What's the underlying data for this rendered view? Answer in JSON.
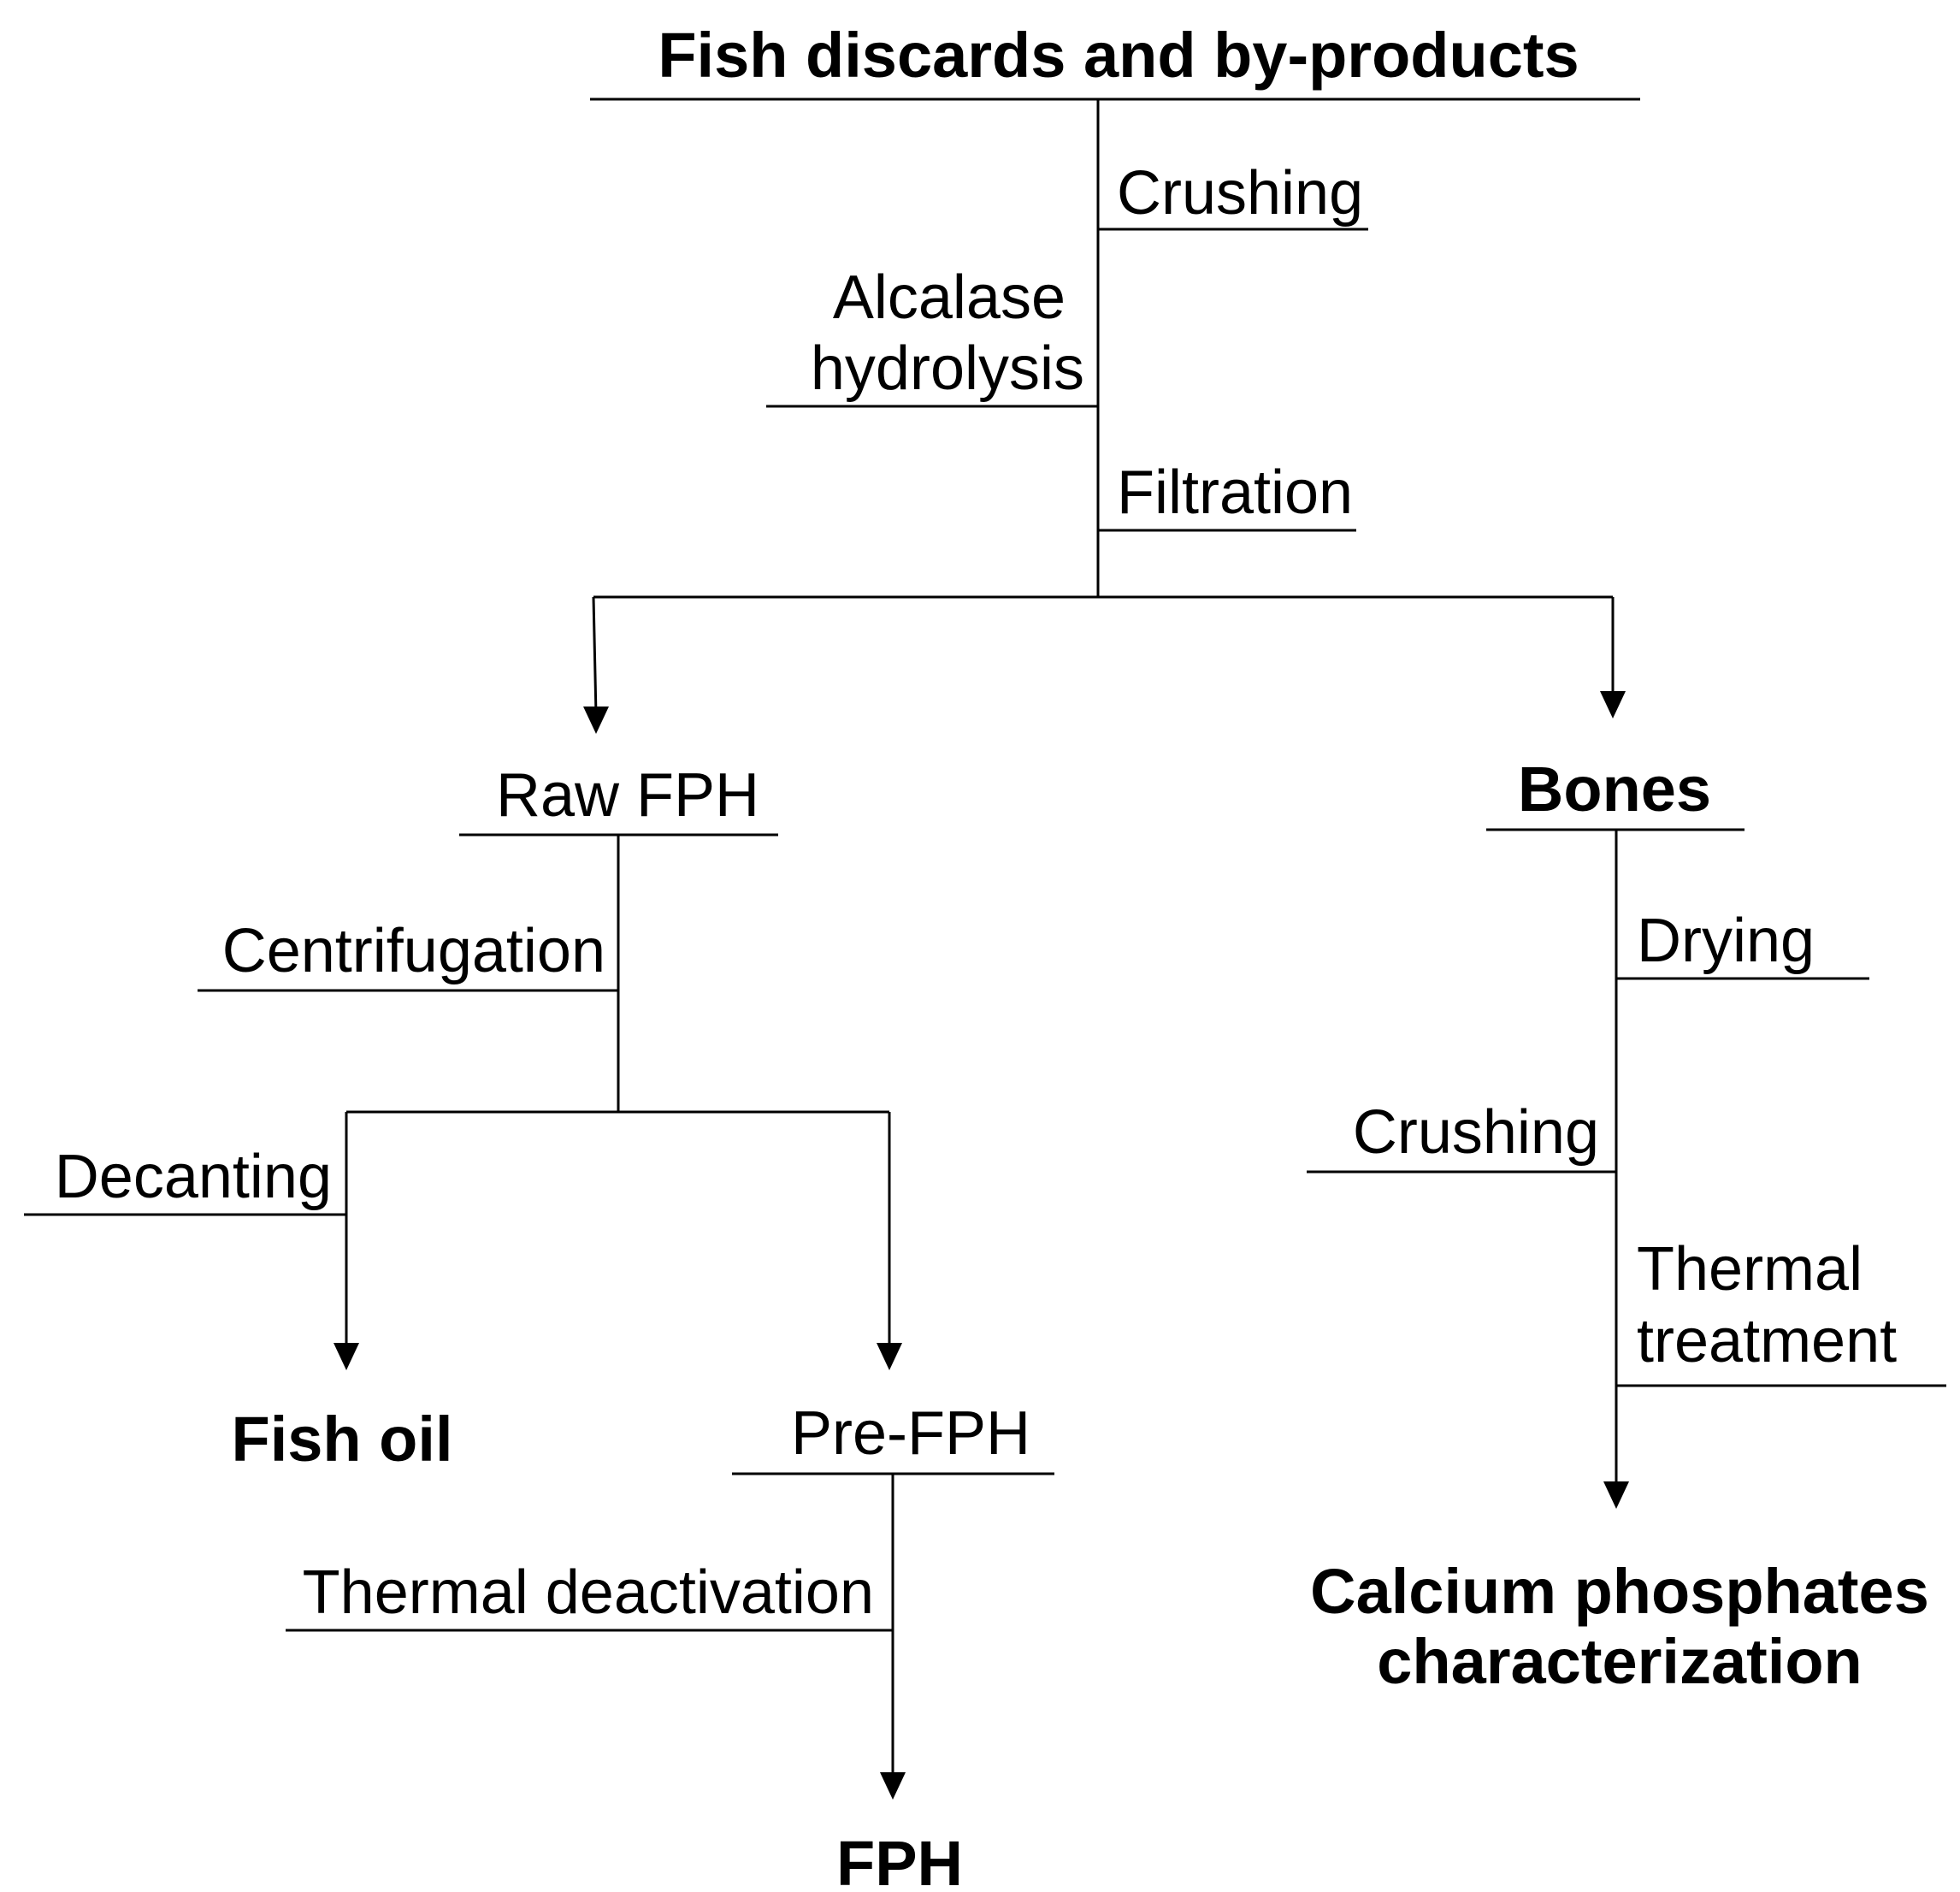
{
  "diagram": {
    "root": "Fish discards and by-products",
    "steps": {
      "crushing_top": "Crushing",
      "alcalase_1": "Alcalase",
      "alcalase_2": "hydrolysis",
      "filtration": "Filtration",
      "centrifugation": "Centrifugation",
      "decanting": "Decanting",
      "thermal_deactivation": "Thermal deactivation",
      "drying": "Drying",
      "crushing_bones": "Crushing",
      "thermal_treatment_1": "Thermal",
      "thermal_treatment_2": "treatment"
    },
    "nodes": {
      "raw_fph": "Raw FPH",
      "bones": "Bones",
      "fish_oil": "Fish oil",
      "pre_fph": "Pre-FPH",
      "fph": "FPH",
      "calcium_1": "Calcium phosphates",
      "calcium_2": "characterization"
    }
  }
}
